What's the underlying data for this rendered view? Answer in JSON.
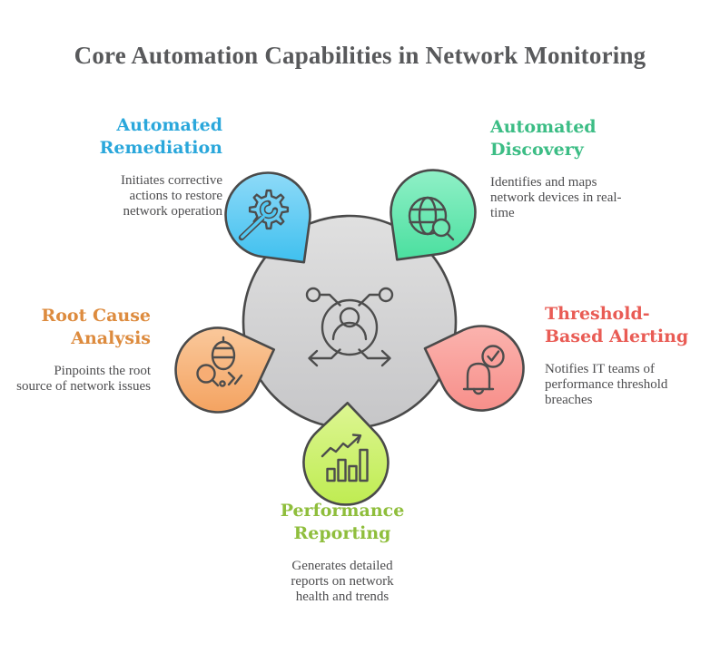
{
  "title": "Core Automation Capabilities in Network Monitoring",
  "center": {
    "icon": "user-network-icon",
    "fill_color": "#D2D2D3"
  },
  "capabilities": [
    {
      "id": "automated-remediation",
      "title": "Automated\nRemediation",
      "description": "Initiates corrective\nactions to restore\nnetwork operation",
      "color": "#2AA7DB",
      "petal_color": "#55C7F2",
      "icon": "wrench-gear-icon",
      "position": "top-left"
    },
    {
      "id": "automated-discovery",
      "title": "Automated\nDiscovery",
      "description": "Identifies and maps\nnetwork devices in real-\ntime",
      "color": "#3CBD85",
      "petal_color": "#64E5AE",
      "icon": "globe-search-icon",
      "position": "top-right"
    },
    {
      "id": "root-cause-analysis",
      "title": "Root Cause\nAnalysis",
      "description": "Pinpoints the root\nsource of network issues",
      "color": "#DD8B3E",
      "petal_color": "#F6AE77",
      "icon": "bug-search-icon",
      "position": "left"
    },
    {
      "id": "threshold-based-alerting",
      "title": "Threshold-\nBased Alerting",
      "description": "Notifies IT teams of\nperformance threshold\nbreaches",
      "color": "#E95C55",
      "petal_color": "#F99B96",
      "icon": "bell-check-icon",
      "position": "right"
    },
    {
      "id": "performance-reporting",
      "title": "Performance\nReporting",
      "description": "Generates detailed\nreports on network\nhealth and trends",
      "color": "#8FBE3C",
      "petal_color": "#CDF170",
      "icon": "bar-chart-trend-icon",
      "position": "bottom"
    }
  ]
}
